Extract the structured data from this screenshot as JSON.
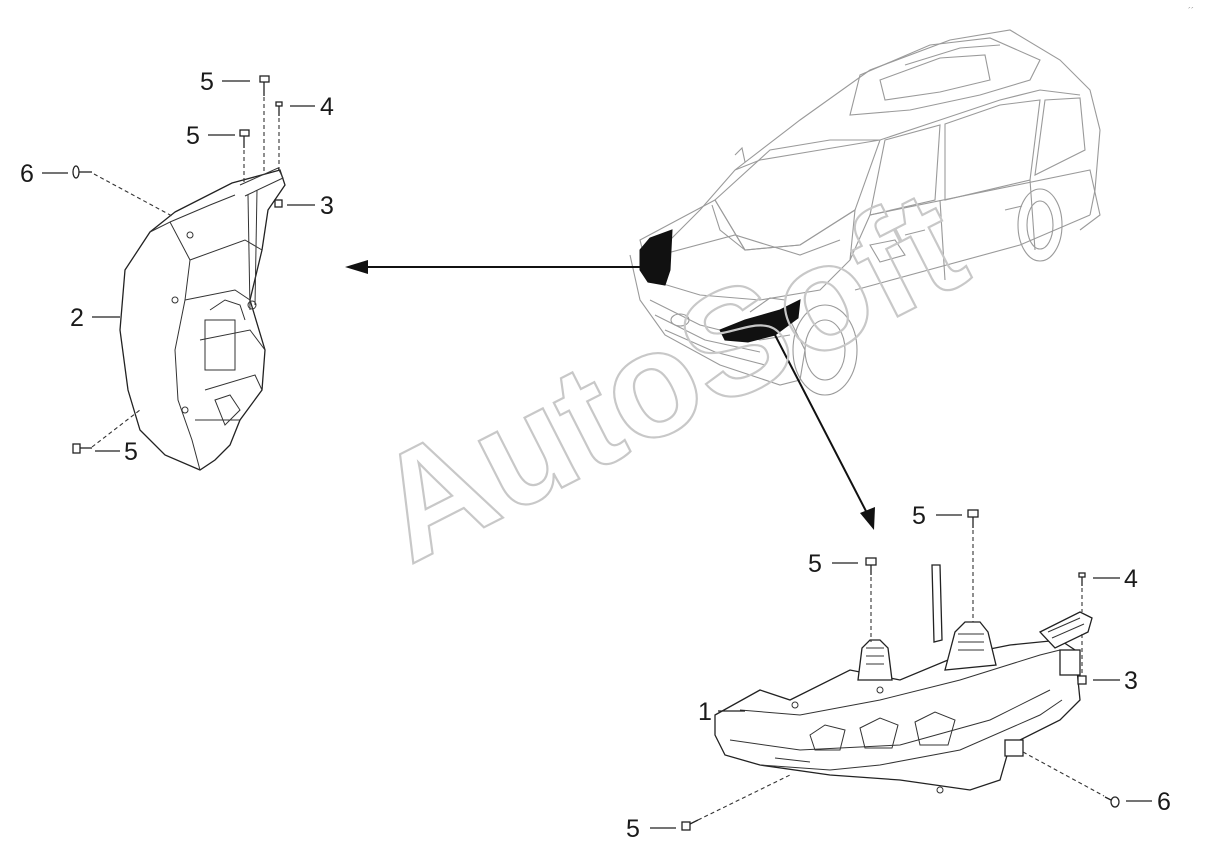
{
  "watermark": "AutoSoft",
  "corner_mark": "´´",
  "callouts": {
    "left": {
      "bolt_top": "5",
      "screw_top": "4",
      "bolt_mid": "5",
      "pin": "6",
      "nut": "3",
      "headlamp": "2",
      "bolt_bottom": "5"
    },
    "right": {
      "bolt_top": "5",
      "bolt_mid": "5",
      "screw": "4",
      "nut": "3",
      "headlamp": "1",
      "pin": "6",
      "bolt_bottom": "5"
    }
  },
  "icons": [
    "car-icon",
    "headlamp-left-icon",
    "headlamp-right-icon",
    "bolt-icon",
    "screw-icon",
    "nut-icon",
    "pin-icon",
    "arrow-icon"
  ],
  "colors": {
    "line": "#222222",
    "watermark": "#c8c8c8",
    "car": "#9a9a9a",
    "highlight": "#111111"
  }
}
